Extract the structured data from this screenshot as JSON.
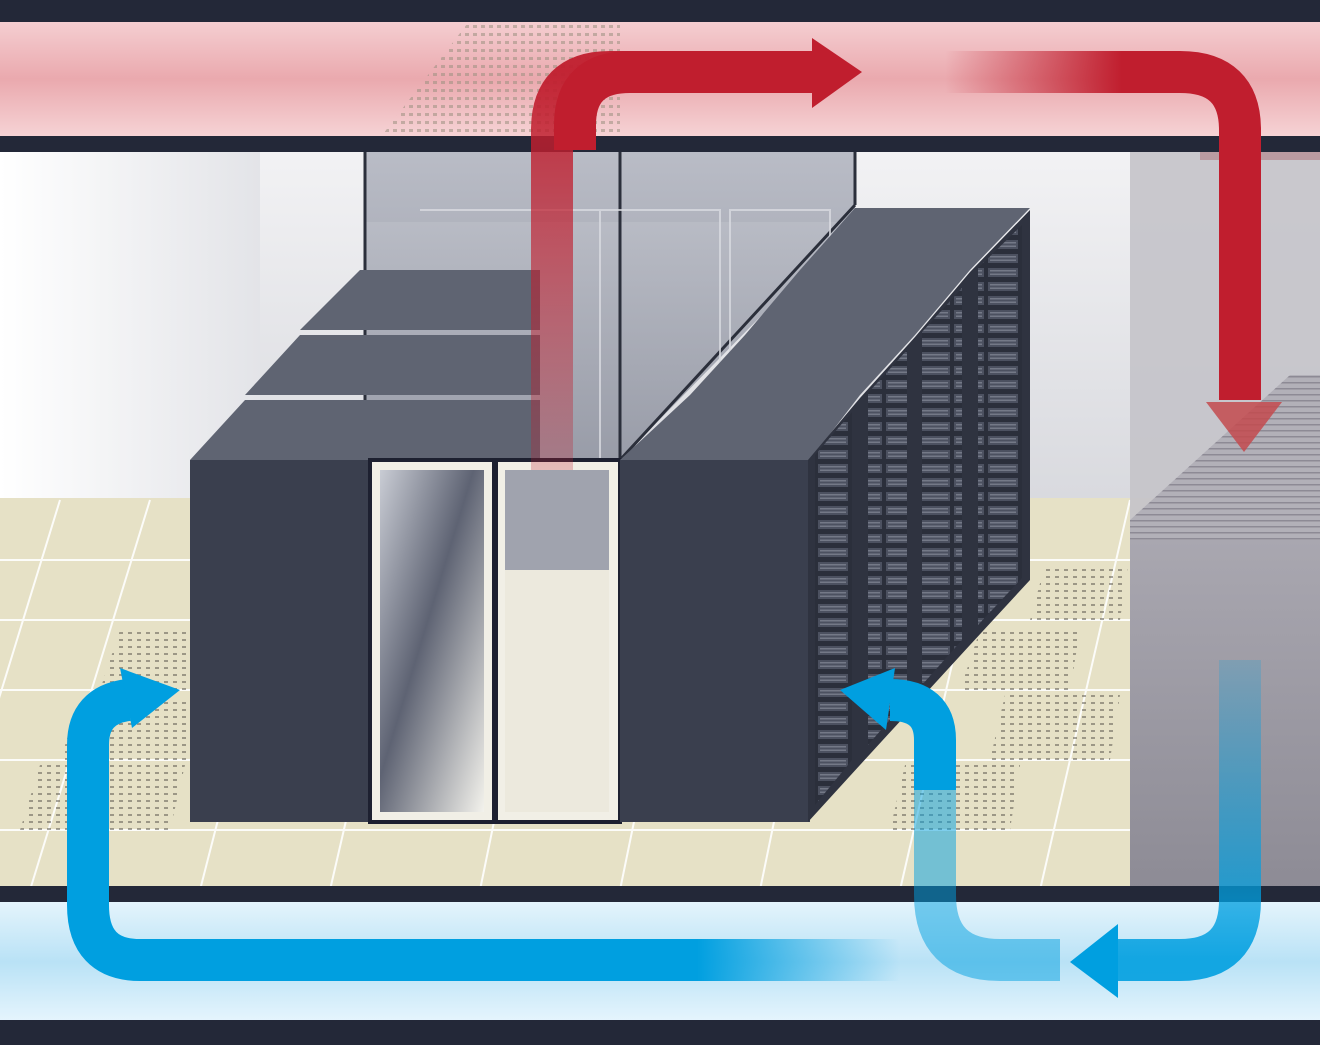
{
  "diagram": {
    "kind": "data-center-hot-aisle-containment-airflow",
    "layers": [
      "ceiling-plenum",
      "room",
      "raised-floor-plenum"
    ],
    "components": [
      "server-rack-row-left",
      "server-rack-row-right",
      "aisle-containment-doors",
      "crac-unit"
    ],
    "airflow": [
      {
        "name": "hot-air-return",
        "temperature": "hot",
        "color": "#c01e2e",
        "direction": "up-through-ceiling-then-to-crac"
      },
      {
        "name": "cold-air-supply",
        "temperature": "cold",
        "color": "#009fe0",
        "direction": "crac-through-floor-then-up-to-racks"
      }
    ]
  },
  "colors": {
    "hot": "#c01e2e",
    "cold": "#009fe0",
    "rack": "#3a3f4e",
    "rack_top": "#5f6472",
    "floor": "#e6e1c6",
    "plenum_bar": "#232838"
  }
}
